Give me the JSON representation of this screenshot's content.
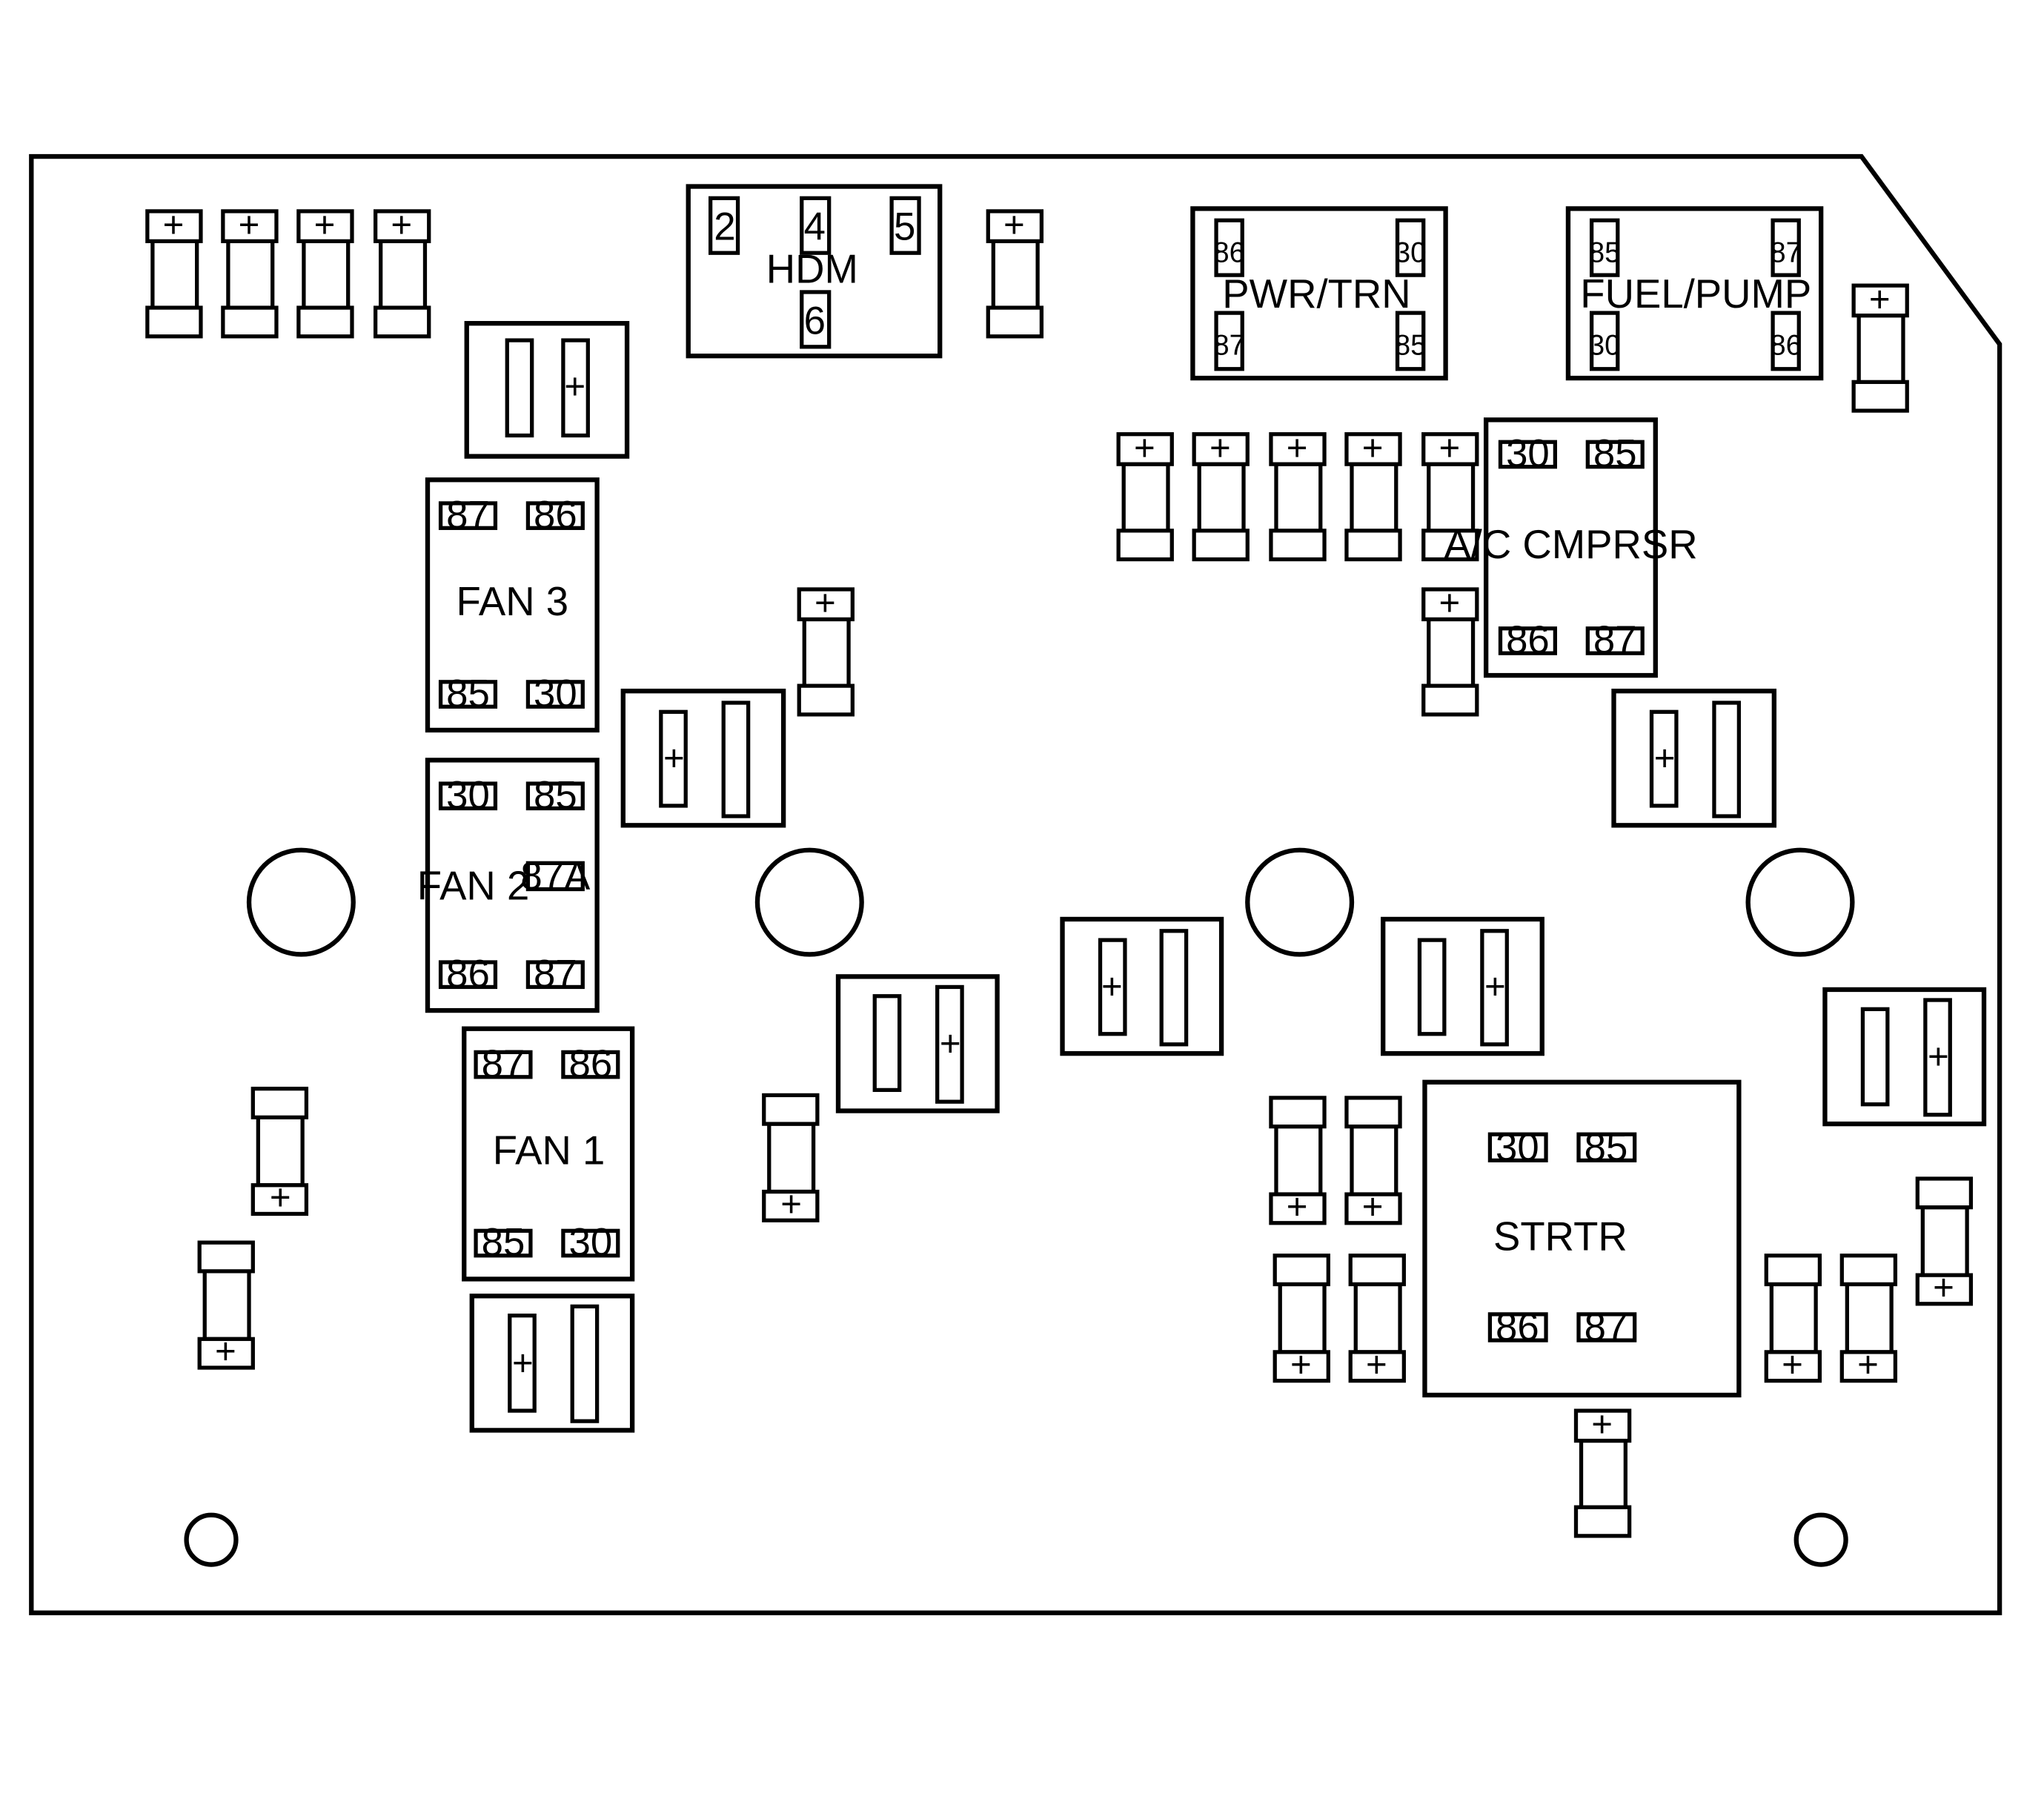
{
  "fuse_symbol": "+",
  "modules": {
    "hdm": {
      "label": "HDM",
      "pins": [
        "2",
        "4",
        "5",
        "6"
      ]
    },
    "pwr_trn": {
      "label": "PWR/TRN",
      "pins": [
        "86",
        "30",
        "87",
        "85"
      ]
    },
    "fuel_pump": {
      "label": "FUEL/PUMP",
      "pins": [
        "85",
        "87",
        "30",
        "86"
      ]
    },
    "ac_cmprsr": {
      "label": "A/C CMPRSR",
      "pins": [
        "30",
        "85",
        "86",
        "87"
      ]
    },
    "fan3": {
      "label": "FAN 3",
      "pins": [
        "87",
        "86",
        "85",
        "30"
      ]
    },
    "fan2": {
      "label": "FAN 2",
      "pins": [
        "30",
        "85",
        "87A",
        "86",
        "87"
      ]
    },
    "fan1": {
      "label": "FAN 1",
      "pins": [
        "87",
        "86",
        "85",
        "30"
      ]
    },
    "strtr": {
      "label": "STRTR",
      "pins": [
        "30",
        "85",
        "86",
        "87"
      ]
    }
  }
}
